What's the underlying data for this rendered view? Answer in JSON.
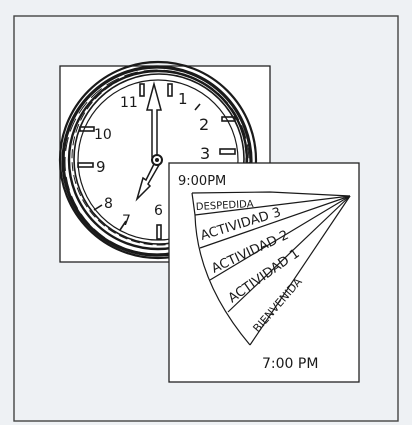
{
  "clock": {
    "numerals": [
      "11",
      "1",
      "2",
      "3",
      "10",
      "9",
      "8",
      "7",
      "6"
    ]
  },
  "schedule": {
    "start_time": "9:00PM",
    "end_time": "7:00 PM",
    "activities": [
      "DESPEDIDA",
      "ACTIVIDAD 3",
      "ACTIVIDAD 2",
      "ACTIVIDAD 1",
      "BIENVENIDA"
    ]
  },
  "colors": {
    "background": "#eef1f4",
    "ink": "#1a1a1a",
    "paper": "#ffffff"
  }
}
